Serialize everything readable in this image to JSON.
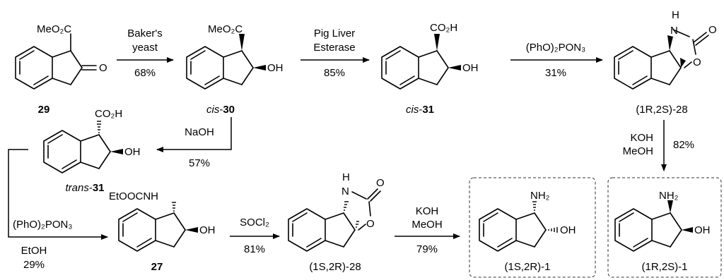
{
  "compounds": {
    "c29": {
      "label": "29",
      "substituent": "MeO₂C",
      "carbonyl": "O"
    },
    "cis30": {
      "label": "cis-30",
      "label_prefix": "cis",
      "label_num": "30",
      "substituent": "MeO₂C",
      "oh": "OH"
    },
    "cis31": {
      "label": "cis-31",
      "label_prefix": "cis",
      "label_num": "31",
      "substituent": "CO₂H",
      "oh": "OH"
    },
    "c28a": {
      "label": "(1R,2S)-28",
      "nh": "N",
      "h": "H",
      "o_ring": "O",
      "o_carbonyl": "O"
    },
    "trans31": {
      "label": "trans-31",
      "label_prefix": "trans",
      "label_num": "31",
      "substituent": "CO₂H",
      "oh": "OH"
    },
    "c27": {
      "label": "27",
      "substituent": "EtOOCNH",
      "oh": "OH"
    },
    "c28b": {
      "label": "(1S,2R)-28",
      "nh": "N",
      "h": "H",
      "o_ring": "O",
      "o_carbonyl": "O"
    },
    "c1a": {
      "label": "(1S,2R)-1",
      "nh2": "NH₂",
      "oh": "OH"
    },
    "c1b": {
      "label": "(1R,2S)-1",
      "nh2": "NH₂",
      "oh": "OH"
    }
  },
  "steps": [
    {
      "id": "s1",
      "reagent_lines": [
        "Baker's",
        "yeast"
      ],
      "yield": "68%"
    },
    {
      "id": "s2",
      "reagent_lines": [
        "Pig Liver",
        "Esterase"
      ],
      "yield": "85%"
    },
    {
      "id": "s3",
      "reagent_lines": [
        "(PhO)₂PON₃"
      ],
      "yield": "31%"
    },
    {
      "id": "s4",
      "reagent_lines": [
        "NaOH"
      ],
      "yield": "57%"
    },
    {
      "id": "s5",
      "reagent_lines": [
        "KOH",
        "MeOH"
      ],
      "yield": "82%"
    },
    {
      "id": "s6",
      "reagent_lines": [
        "(PhO)₂PON₃",
        "EtOH"
      ],
      "yield": "29%"
    },
    {
      "id": "s7",
      "reagent_lines": [
        "SOCl₂"
      ],
      "yield": "81%"
    },
    {
      "id": "s8",
      "reagent_lines": [
        "KOH",
        "MeOH"
      ],
      "yield": "79%"
    }
  ]
}
